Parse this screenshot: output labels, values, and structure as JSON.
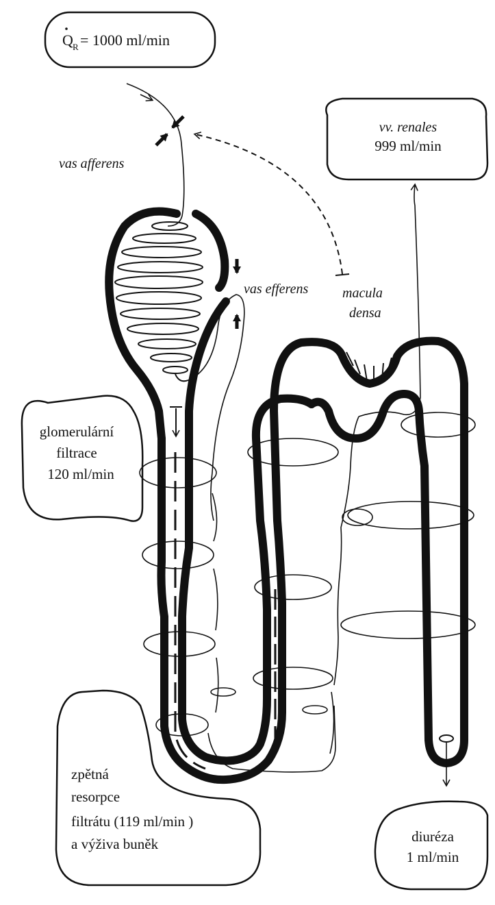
{
  "inflow": {
    "symbol": "Q",
    "subscript": "R",
    "value_text": "= 1000 ml/min"
  },
  "renal_veins": {
    "line1": "vv. renales",
    "line2": "999 ml/min"
  },
  "labels": {
    "vas_afferens": "vas afferens",
    "vas_efferens": "vas efferens",
    "macula_line1": "macula",
    "macula_line2": "densa"
  },
  "filtration": {
    "line1": "glomerulární",
    "line2": "filtrace",
    "line3": "120 ml/min"
  },
  "resorption": {
    "line1": "zpětná",
    "line2": "resorpce",
    "line3": "filtrátu  (119 ml/min )",
    "line4": "a výživa buněk"
  },
  "diuresis": {
    "line1": "diuréza",
    "line2": "1 ml/min"
  },
  "colors": {
    "ink": "#111111",
    "background": "#ffffff"
  }
}
